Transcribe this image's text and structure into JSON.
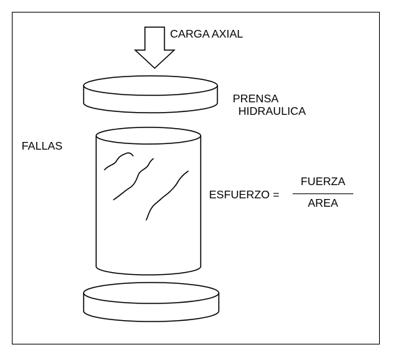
{
  "labels": {
    "axial_load": "CARGA AXIAL",
    "press_line1": "PRENSA",
    "press_line2": "HIDRAULICA",
    "failures": "FALLAS",
    "stress": "ESFUERZO =",
    "force": "FUERZA",
    "area": "AREA"
  },
  "colors": {
    "stroke": "#000000",
    "background": "#ffffff"
  }
}
